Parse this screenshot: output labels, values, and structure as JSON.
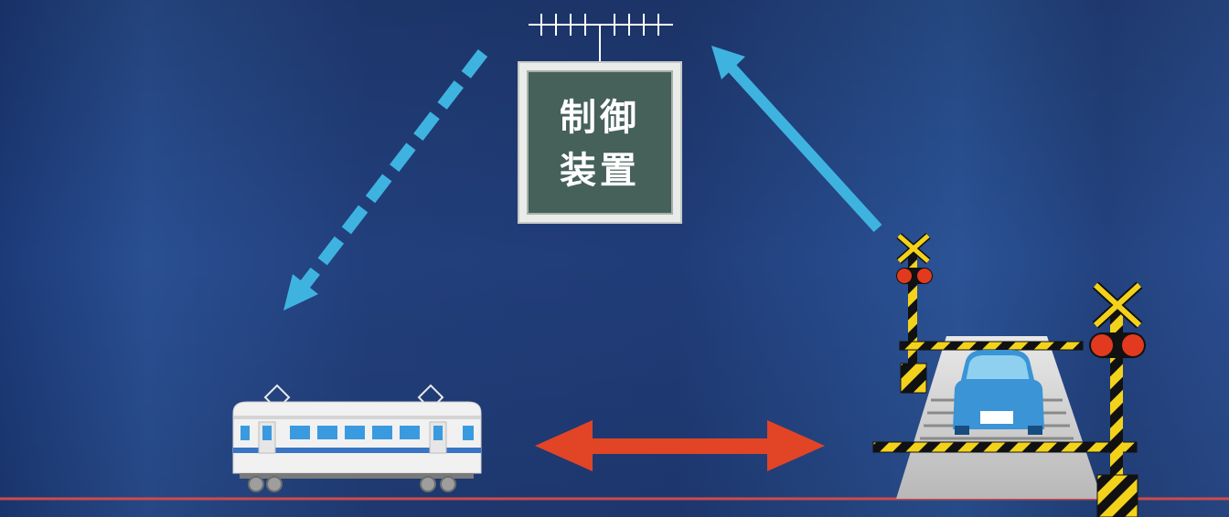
{
  "controller": {
    "line1": "制御",
    "line2": "装置"
  },
  "colors": {
    "background": "#22407e",
    "signal_arrow": "#3fb3e0",
    "distance_arrow": "#e24426",
    "ground_line": "#cf4a4a",
    "controller_panel": "#46605a",
    "train_stripe": "#3a74c5",
    "car": "#3a94d6",
    "warning_lamp": "#e23a1e",
    "barrier_yellow": "#f3d21b"
  },
  "icons": {
    "antenna": "antenna-icon",
    "controller": "control-device",
    "train": "train-icon",
    "crossing": "railroad-crossing",
    "car": "car-icon"
  }
}
